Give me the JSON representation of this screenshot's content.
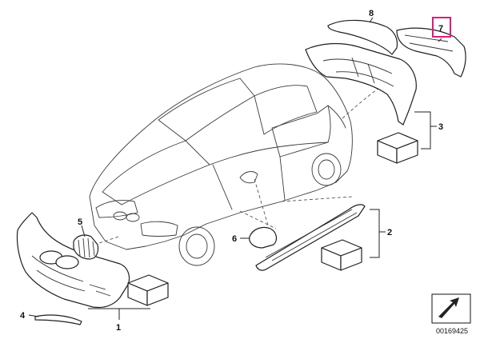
{
  "diagram": {
    "callouts": [
      {
        "id": "1",
        "text": "1"
      },
      {
        "id": "2",
        "text": "2"
      },
      {
        "id": "3",
        "text": "3"
      },
      {
        "id": "4",
        "text": "4"
      },
      {
        "id": "5",
        "text": "5"
      },
      {
        "id": "6",
        "text": "6"
      },
      {
        "id": "7",
        "text": "7"
      },
      {
        "id": "8",
        "text": "8"
      }
    ],
    "highlighted_callout": "7",
    "diagram_number": "00169425",
    "colors": {
      "line": "#1f1f1f",
      "highlight": "#e0197d",
      "background": "#ffffff"
    }
  }
}
